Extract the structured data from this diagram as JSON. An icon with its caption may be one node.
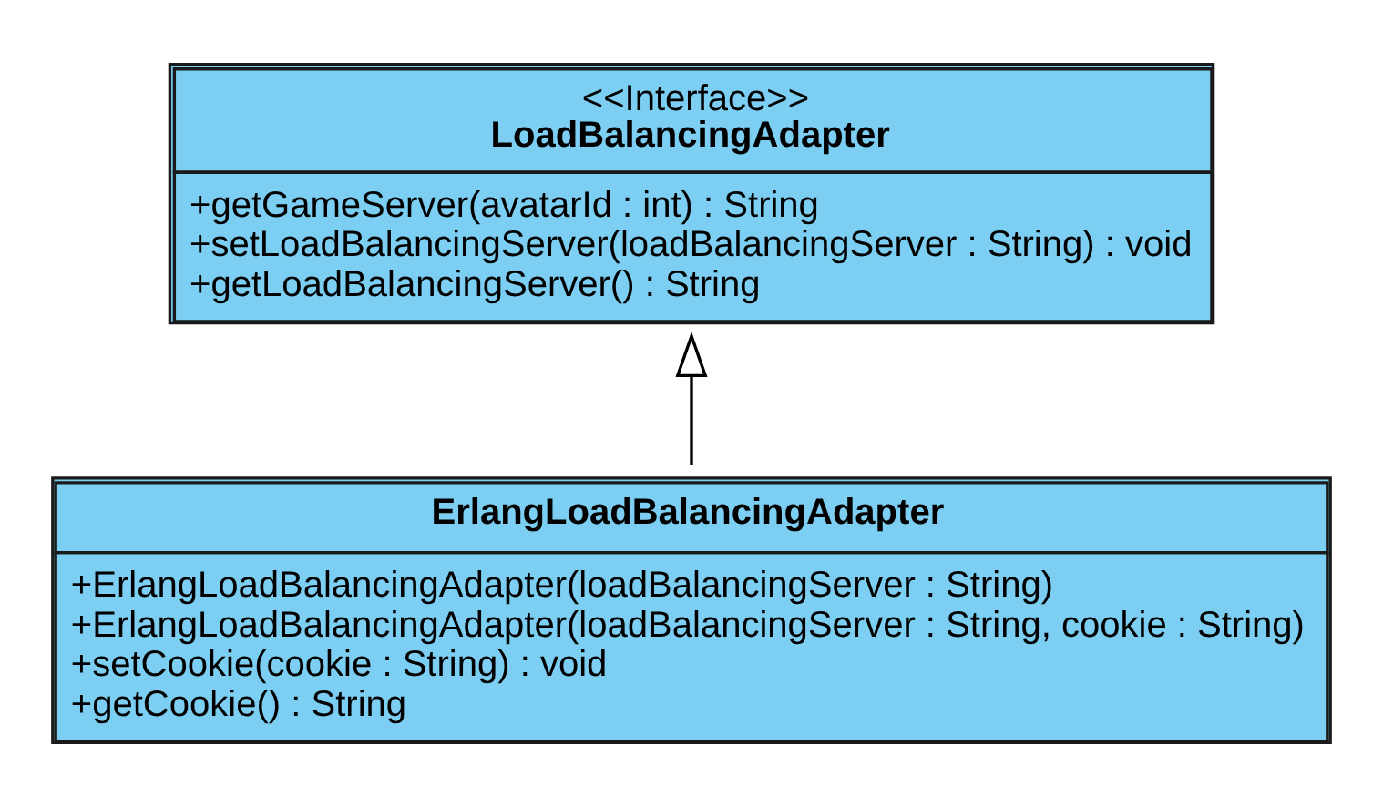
{
  "diagram": {
    "nodes": [
      {
        "text": [
          "<<Interface>>",
          "LoadBalancingAdapter",
          "+getGameServer(avatarId : int) : String",
          "+setLoadBalancingServer(loadBalancingServer : String) : void",
          "+getLoadBalancingServer() : String"
        ]
      },
      {
        "text": [
          "ErlangLoadBalancingAdapter",
          "+ErlangLoadBalancingAdapter(loadBalancingServer : String)",
          "+ErlangLoadBalancingAdapter(loadBalancingServer : String, cookie : String)",
          "+setCookie(cookie : String) : void",
          "+getCookie() : String"
        ]
      }
    ],
    "edges": [
      {
        "from": 1,
        "to": 0,
        "arrow": "to"
      }
    ]
  }
}
